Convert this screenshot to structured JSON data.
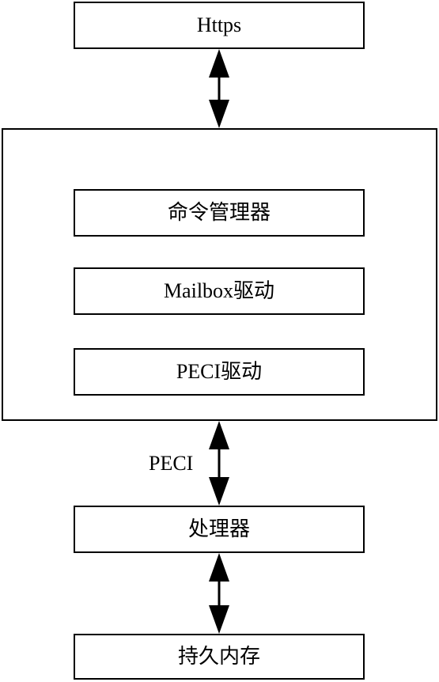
{
  "diagram": {
    "https": "Https",
    "command_manager": "命令管理器",
    "mailbox_driver": "Mailbox驱动",
    "peci_driver": "PECI驱动",
    "peci_link": "PECI",
    "processor": "处理器",
    "persistent_storage": "持久内存"
  },
  "colors": {
    "stroke": "#000000",
    "background": "#ffffff"
  }
}
